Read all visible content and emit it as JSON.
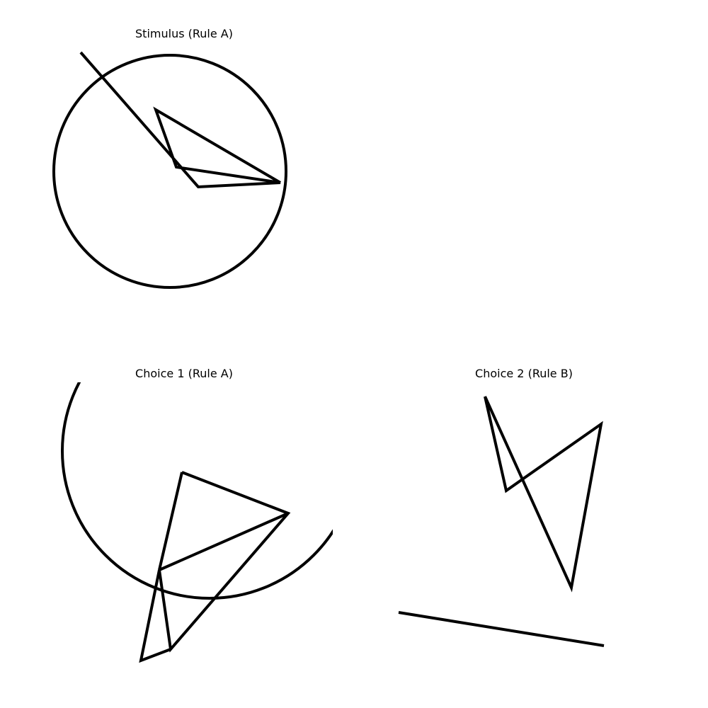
{
  "panels": {
    "stimulus": {
      "title": "Stimulus (Rule A)"
    },
    "choice1": {
      "title": "Choice 1 (Rule A)"
    },
    "choice2": {
      "title": "Choice 2 (Rule B)"
    }
  },
  "colors": {
    "background": "#ffffff",
    "stroke": "#000000"
  }
}
